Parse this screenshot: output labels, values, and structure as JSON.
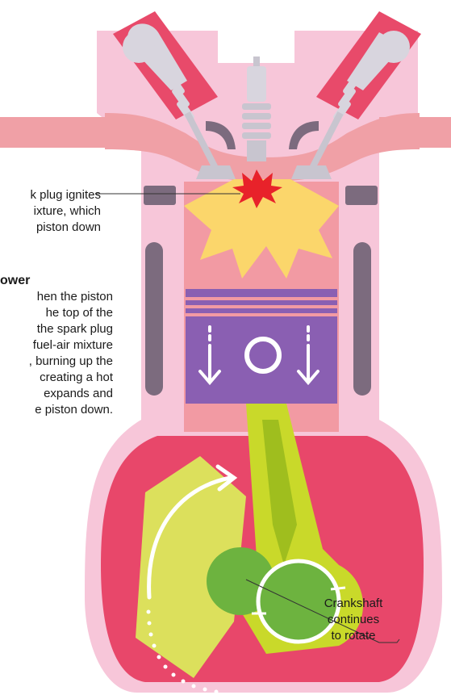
{
  "labels": {
    "spark": [
      "k plug ignites",
      "ixture, which",
      "piston down"
    ],
    "power_title": "ower",
    "power_body": [
      "hen the piston",
      "he top of the",
      "the spark plug",
      "fuel-air mixture",
      ", burning up the",
      "creating a hot",
      "expands and",
      "e piston down."
    ],
    "crankshaft": [
      "Crankshaft",
      "continues",
      "to rotate"
    ]
  },
  "colors": {
    "engine_block": "#f7c6d9",
    "head_channel": "#f0a0a6",
    "valve_housing": "#e84a6a",
    "cylinder_wall": "#f29aa3",
    "combustion_flash": "#fbd66b",
    "spark": "#e8222a",
    "piston": "#8a5fb2",
    "connecting_rod": "#c9d92a",
    "crankcase": "#e8476a",
    "crank_web": "#dce05c",
    "crank_pin": "#6db33f"
  },
  "icons": [
    "down-arrow-icon",
    "rotation-arrow-icon"
  ]
}
